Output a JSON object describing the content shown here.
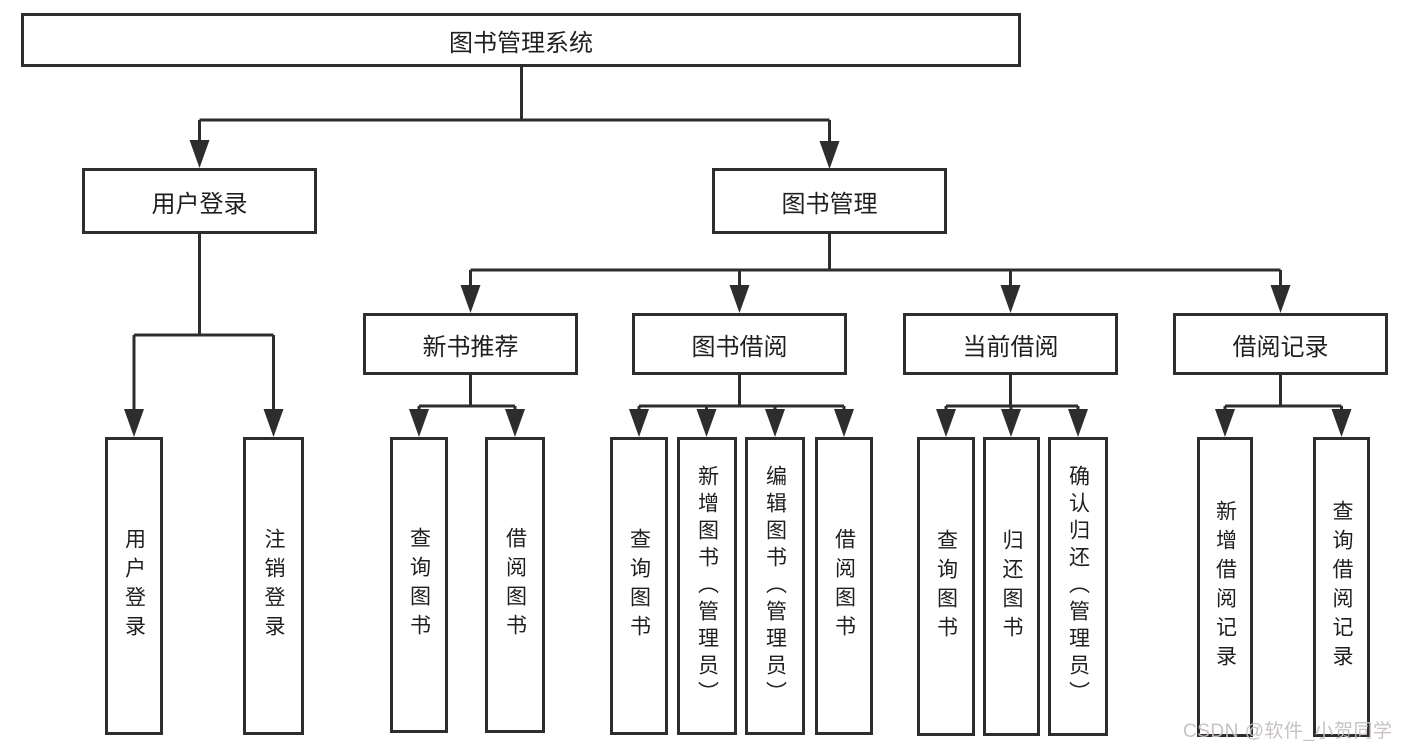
{
  "colors": {
    "line": "#2d2d2d",
    "text": "#1f1f1f",
    "background": "#ffffff",
    "watermark": "#c6bfbf"
  },
  "watermark": {
    "text": "CSDN @软件_小贺同学"
  },
  "tree": {
    "label": "图书管理系统",
    "children": [
      {
        "label": "用户登录",
        "children": [
          {
            "label": "用户登录"
          },
          {
            "label": "注销登录"
          }
        ]
      },
      {
        "label": "图书管理",
        "children": [
          {
            "label": "新书推荐",
            "children": [
              {
                "label": "查询图书"
              },
              {
                "label": "借阅图书"
              }
            ]
          },
          {
            "label": "图书借阅",
            "children": [
              {
                "label": "查询图书"
              },
              {
                "label": "新增图书（管理员）"
              },
              {
                "label": "编辑图书（管理员）"
              },
              {
                "label": "借阅图书"
              }
            ]
          },
          {
            "label": "当前借阅",
            "children": [
              {
                "label": "查询图书"
              },
              {
                "label": "归还图书"
              },
              {
                "label": "确认归还（管理员）"
              }
            ]
          },
          {
            "label": "借阅记录",
            "children": [
              {
                "label": "新增借阅记录"
              },
              {
                "label": "查询借阅记录"
              }
            ]
          }
        ]
      }
    ]
  }
}
